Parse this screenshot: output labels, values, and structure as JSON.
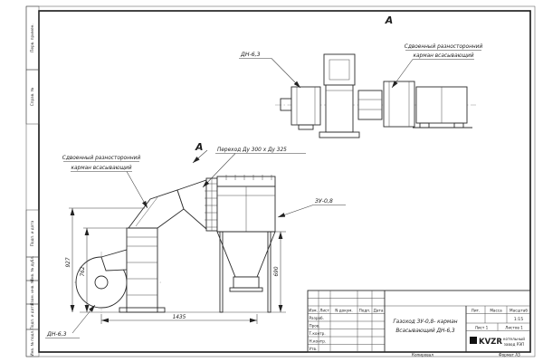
{
  "sheet": {
    "view_label_top": "А",
    "view_label_main": "А",
    "format_note": "Формат А3",
    "copy_note": "Копировал"
  },
  "margin_labels": {
    "first_use": "Перв. примен.",
    "ref_no": "Справ. №",
    "sign_date_1": "Подп. и дата",
    "inv_dup": "Инв. № дубл.",
    "repl_inv": "Взам. инв. №",
    "sign_date_2": "Подп. и дата",
    "inv_orig": "Инв. № подл."
  },
  "callouts": {
    "top_fan": "ДН-6,3",
    "top_pocket_l1": "Сдвоенный разносторонний",
    "top_pocket_l2": "карман всасывающий",
    "main_pocket_l1": "Сдвоенный разносторонний",
    "main_pocket_l2": "карман всасывающий",
    "transition": "Переход Ду  300 х Ду 325",
    "hopper": "ЗУ-0,8",
    "main_fan": "ДН-6,3"
  },
  "dimensions": {
    "d927": "927",
    "d762": "762",
    "d1435": "1435",
    "d690": "690"
  },
  "title_block": {
    "col_izm": "Изм.",
    "col_list": "Лист",
    "col_ndoc": "N докум.",
    "col_podp": "Подп.",
    "col_data": "Дата",
    "row_razrab": "Разраб.",
    "row_prov": "Пров.",
    "row_tkontr": "Т.контр.",
    "row_nkontr": "Н.контр.",
    "row_utv": "Утв.",
    "doc_name_l1": "Газоход ЗУ-0,8- карман",
    "doc_name_l2": "Всасывающий ДН-6,3",
    "lit_label": "Лит.",
    "mass_label": "Масса",
    "scale_label": "Масштаб",
    "scale_value": "1:15",
    "sheet": "Лист 1",
    "sheets": "Листов 1",
    "logo": "KVZR",
    "company_l1": "котельный",
    "company_l2": "завод РЭП"
  }
}
